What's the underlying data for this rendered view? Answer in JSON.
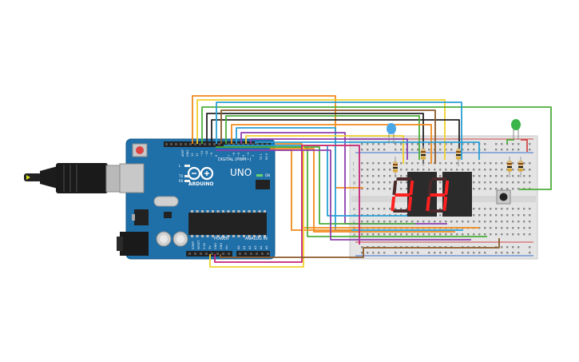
{
  "arduino": {
    "brand": "ARDUINO",
    "model": "UNO",
    "digital_header_label": "DIGITAL (PWM~)",
    "power_label": "POWER",
    "analog_label": "ANALOG IN",
    "on_label": "ON",
    "tx_label": "TX",
    "rx_label": "RX",
    "l_label": "L",
    "aref_label": "AREF",
    "gnd_label": "GND",
    "digital_pins": [
      "13",
      "12",
      "~11",
      "~10",
      "~9",
      "8",
      "7",
      "~6",
      "~5",
      "4",
      "~3",
      "2",
      "TX 1",
      "RX 0"
    ],
    "power_pins": [
      "IOREF",
      "RESET",
      "3.3V",
      "5V",
      "GND",
      "GND",
      "Vin"
    ],
    "analog_pins": [
      "A0",
      "A1",
      "A2",
      "A3",
      "A4",
      "A5"
    ]
  },
  "breadboard": {
    "row_letters_top": [
      "j",
      "i",
      "h",
      "g",
      "f"
    ],
    "row_letters_bottom": [
      "e",
      "d",
      "c",
      "b",
      "a"
    ]
  },
  "displays": {
    "digit_segments_on": [
      "b",
      "c",
      "e",
      "g"
    ],
    "digit_color": "#ff2020"
  },
  "colors": {
    "board": "#1f6fa8",
    "wire_orange": "#f08a1c",
    "wire_yellow": "#f1d02a",
    "wire_green": "#4caf3a",
    "wire_blue": "#2a9fd6",
    "wire_purple": "#8e3fb0",
    "wire_black": "#222222",
    "wire_brown": "#8a5a2b",
    "wire_pink": "#c4237a",
    "led_blue": "#4aa8e8",
    "led_green": "#39b54a"
  }
}
